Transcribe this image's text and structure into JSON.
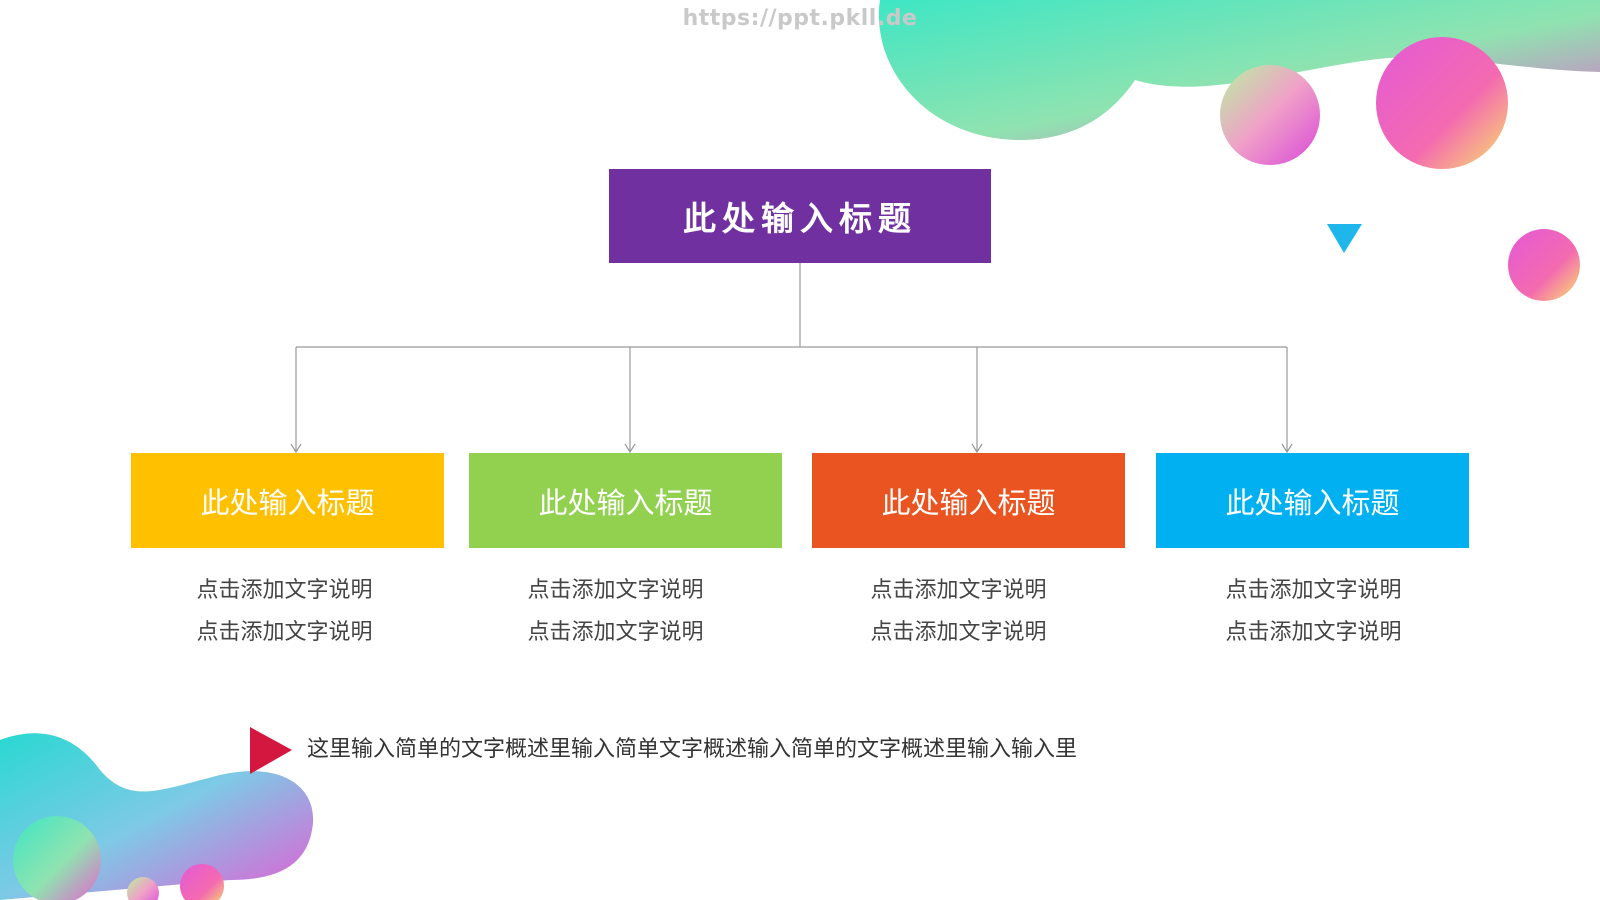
{
  "watermark": "https://ppt.pkll.de",
  "diagram": {
    "root": {
      "label": "此处输入标题",
      "color": "#7030a0"
    },
    "children": [
      {
        "label": "此处输入标题",
        "color": "#ffc000",
        "desc": [
          "点击添加文字说明",
          "点击添加文字说明"
        ]
      },
      {
        "label": "此处输入标题",
        "color": "#92d050",
        "desc": [
          "点击添加文字说明",
          "点击添加文字说明"
        ]
      },
      {
        "label": "此处输入标题",
        "color": "#e95420",
        "desc": [
          "点击添加文字说明",
          "点击添加文字说明"
        ]
      },
      {
        "label": "此处输入标题",
        "color": "#00b0f0",
        "desc": [
          "点击添加文字说明",
          "点击添加文字说明"
        ]
      }
    ]
  },
  "summary": "这里输入简单的文字概述里输入简单文字概述输入简单的文字概述里输入输入里",
  "accents": {
    "triangle_red": "#d3173f",
    "triangle_blue": "#1fb6ec"
  }
}
